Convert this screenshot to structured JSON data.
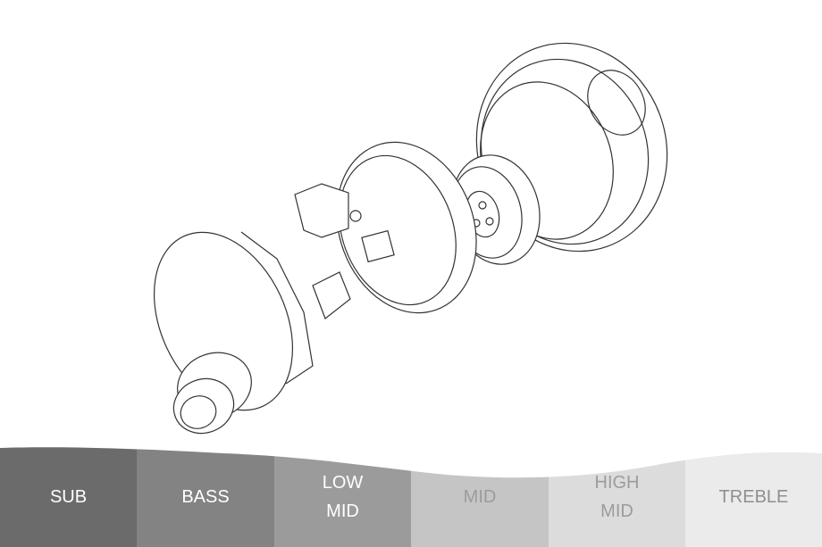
{
  "bands": [
    {
      "lines": [
        "SUB"
      ],
      "bg": "#6b6b6b",
      "fg": "#ffffff"
    },
    {
      "lines": [
        "BASS"
      ],
      "bg": "#838383",
      "fg": "#ffffff"
    },
    {
      "lines": [
        "LOW",
        "MID"
      ],
      "bg": "#9b9b9b",
      "fg": "#ffffff"
    },
    {
      "lines": [
        "MID"
      ],
      "bg": "#c5c5c5",
      "fg": "#9c9c9c"
    },
    {
      "lines": [
        "HIGH",
        "MID"
      ],
      "bg": "#dcdcdc",
      "fg": "#9c9c9c"
    },
    {
      "lines": [
        "TREBLE"
      ],
      "bg": "#ebebeb",
      "fg": "#8f8f8f"
    }
  ]
}
